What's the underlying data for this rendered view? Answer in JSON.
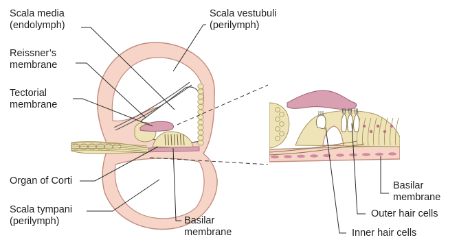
{
  "labels": {
    "scala_media": {
      "line1": "Scala media",
      "line2": "(endolymph)"
    },
    "scala_vestibuli": {
      "line1": "Scala vestubuli",
      "line2": "(perilymph)"
    },
    "reissners_membrane": {
      "line1": "Reissner’s",
      "line2": "membrane"
    },
    "tectorial_membrane": {
      "line1": "Tectorial",
      "line2": "membrane"
    },
    "organ_of_corti": {
      "line1": "Organ of Corti"
    },
    "scala_tympani": {
      "line1": "Scala tympani",
      "line2": "(perilymph)"
    },
    "basilar_membrane_left": {
      "line1": "Basilar",
      "line2": "membrane"
    },
    "basilar_membrane_right": {
      "line1": "Basilar",
      "line2": "membrane"
    },
    "outer_hair_cells": {
      "line1": "Outer hair cells"
    },
    "inner_hair_cells": {
      "line1": "Inner hair cells"
    }
  },
  "colors": {
    "wall_fill": "#f6d5c8",
    "wall_stroke": "#c08a7a",
    "tectorial": "#d9a0b2",
    "organ_fill": "#eee4b8",
    "organ_stroke": "#a6955a",
    "scala_fill": "#ffffff",
    "leader": "#2a2a2a"
  }
}
